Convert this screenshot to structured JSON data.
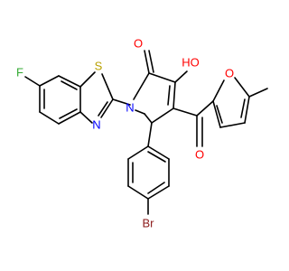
{
  "colors": {
    "bond": "#000000",
    "O": "#ff0000",
    "N": "#0000ff",
    "S": "#b8a000",
    "F": "#33aa33",
    "Br": "#8b1a1a"
  },
  "atoms": {
    "F": "F",
    "S": "S",
    "N_thiazole": "N",
    "N_pyrrole": "N",
    "O_lactam": "O",
    "O_hydroxy": "HO",
    "O_furan": "O",
    "O_ketone": "O",
    "Br": "Br"
  }
}
